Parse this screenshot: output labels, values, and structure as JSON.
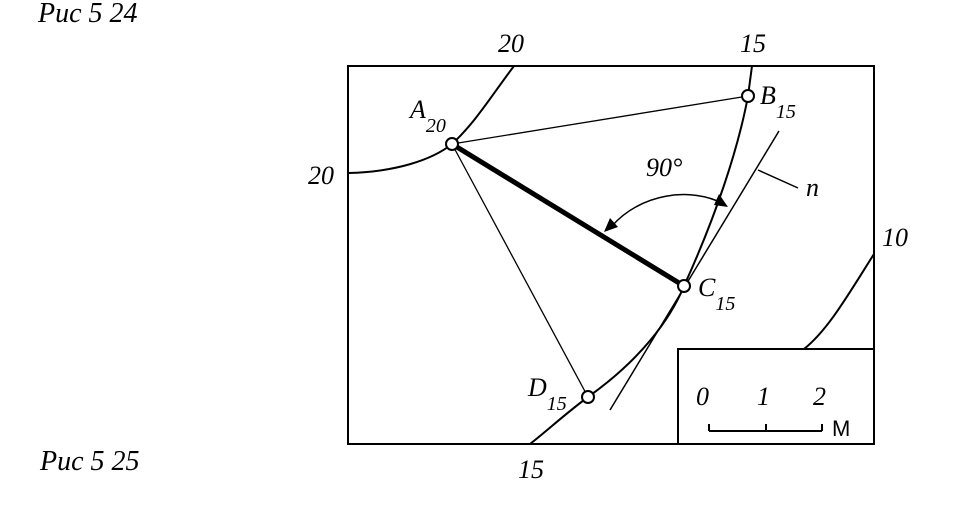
{
  "captions": {
    "top": "Рис  5 24",
    "bottom": "Рис  5 25"
  },
  "contours": {
    "top_left": "20",
    "top_right": "15",
    "left": "20",
    "bottom": "15",
    "right": "10"
  },
  "points": {
    "A": {
      "letter": "A",
      "sub": "20"
    },
    "B": {
      "letter": "B",
      "sub": "15"
    },
    "C": {
      "letter": "C",
      "sub": "15"
    },
    "D": {
      "letter": "D",
      "sub": "15"
    }
  },
  "angle_label": "90°",
  "line_label": "n",
  "scale": {
    "ticks": [
      "0",
      "1",
      "2"
    ],
    "unit": "М"
  }
}
